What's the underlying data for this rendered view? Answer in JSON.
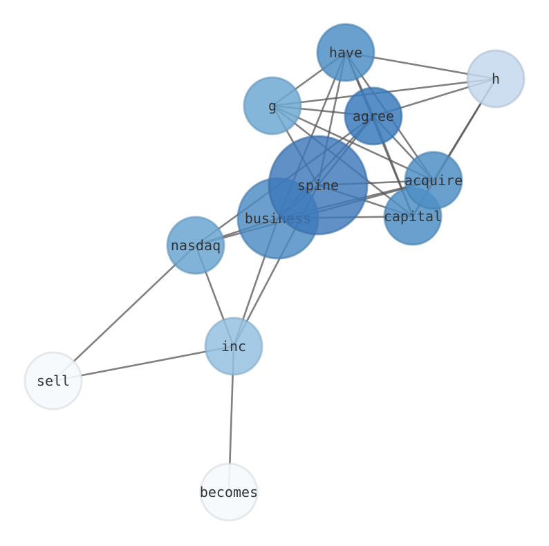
{
  "graph": {
    "nodes": [
      {
        "id": "have",
        "label": "have",
        "color": "#4f8fc6"
      },
      {
        "id": "h",
        "label": "h",
        "color": "#c4d8ed"
      },
      {
        "id": "g",
        "label": "g",
        "color": "#6fa9d4"
      },
      {
        "id": "agree",
        "label": "agree",
        "color": "#3b7bbd"
      },
      {
        "id": "spine",
        "label": "spine",
        "color": "#3d78b9"
      },
      {
        "id": "acquire",
        "label": "acquire",
        "color": "#4f8fc6"
      },
      {
        "id": "capital",
        "label": "capital",
        "color": "#4f8fc6"
      },
      {
        "id": "business",
        "label": "business",
        "color": "#4a8ac3"
      },
      {
        "id": "nasdaq",
        "label": "nasdaq",
        "color": "#6ba6d2"
      },
      {
        "id": "inc",
        "label": "inc",
        "color": "#94c1e0"
      },
      {
        "id": "sell",
        "label": "sell",
        "color": "#f5f9fd"
      },
      {
        "id": "becomes",
        "label": "becomes",
        "color": "#f5f9fd"
      }
    ],
    "edges": [
      [
        "have",
        "h"
      ],
      [
        "have",
        "g"
      ],
      [
        "have",
        "agree"
      ],
      [
        "have",
        "spine"
      ],
      [
        "have",
        "acquire"
      ],
      [
        "have",
        "capital"
      ],
      [
        "have",
        "business"
      ],
      [
        "g",
        "h"
      ],
      [
        "g",
        "agree"
      ],
      [
        "g",
        "acquire"
      ],
      [
        "g",
        "capital"
      ],
      [
        "g",
        "spine"
      ],
      [
        "agree",
        "h"
      ],
      [
        "agree",
        "capital"
      ],
      [
        "agree",
        "acquire"
      ],
      [
        "agree",
        "spine"
      ],
      [
        "agree",
        "business"
      ],
      [
        "agree",
        "nasdaq"
      ],
      [
        "h",
        "acquire"
      ],
      [
        "h",
        "capital"
      ],
      [
        "spine",
        "acquire"
      ],
      [
        "spine",
        "capital"
      ],
      [
        "spine",
        "business"
      ],
      [
        "spine",
        "inc"
      ],
      [
        "acquire",
        "business"
      ],
      [
        "acquire",
        "nasdaq"
      ],
      [
        "acquire",
        "capital"
      ],
      [
        "capital",
        "business"
      ],
      [
        "business",
        "inc"
      ],
      [
        "business",
        "nasdaq"
      ],
      [
        "nasdaq",
        "inc"
      ],
      [
        "nasdaq",
        "sell"
      ],
      [
        "inc",
        "sell"
      ],
      [
        "inc",
        "becomes"
      ]
    ]
  }
}
